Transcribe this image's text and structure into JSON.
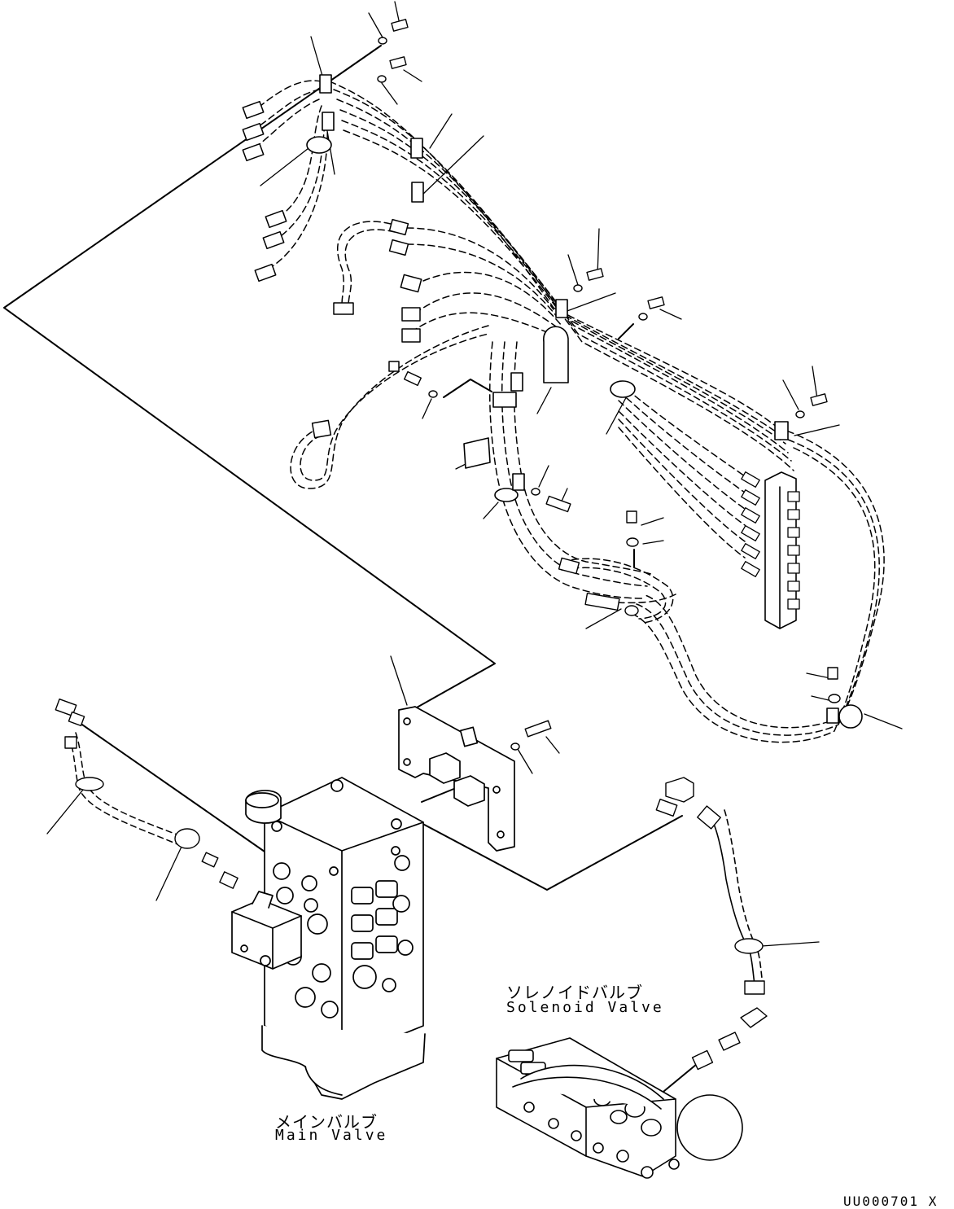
{
  "labels": {
    "solenoid_valve_jp": "ソレノイドバルブ",
    "solenoid_valve_en": "Solenoid Valve",
    "main_valve_jp": "メインバルブ",
    "main_valve_en": "Main Valve",
    "drawing_code": "UU000701 X"
  },
  "colors": {
    "line": "#000000",
    "background": "#ffffff"
  }
}
